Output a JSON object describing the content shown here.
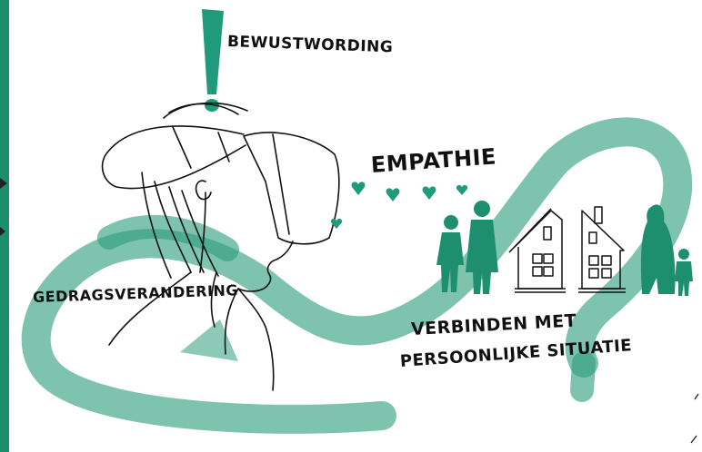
{
  "labels": {
    "bewustwording": "BEWUSTWORDING",
    "empathie": "EMPATHIE",
    "gedragsverandering": "GEDRAGSVERANDERING",
    "verbinden_line1": "VERBINDEN MET",
    "verbinden_line2": "PERSOONLIJKE SITUATIE"
  },
  "colors": {
    "accent": "#1f9a7a",
    "band": "#2e9e7c",
    "figure": "#1d8f6f",
    "ink": "#111111",
    "edge": "#1a8f6a"
  }
}
